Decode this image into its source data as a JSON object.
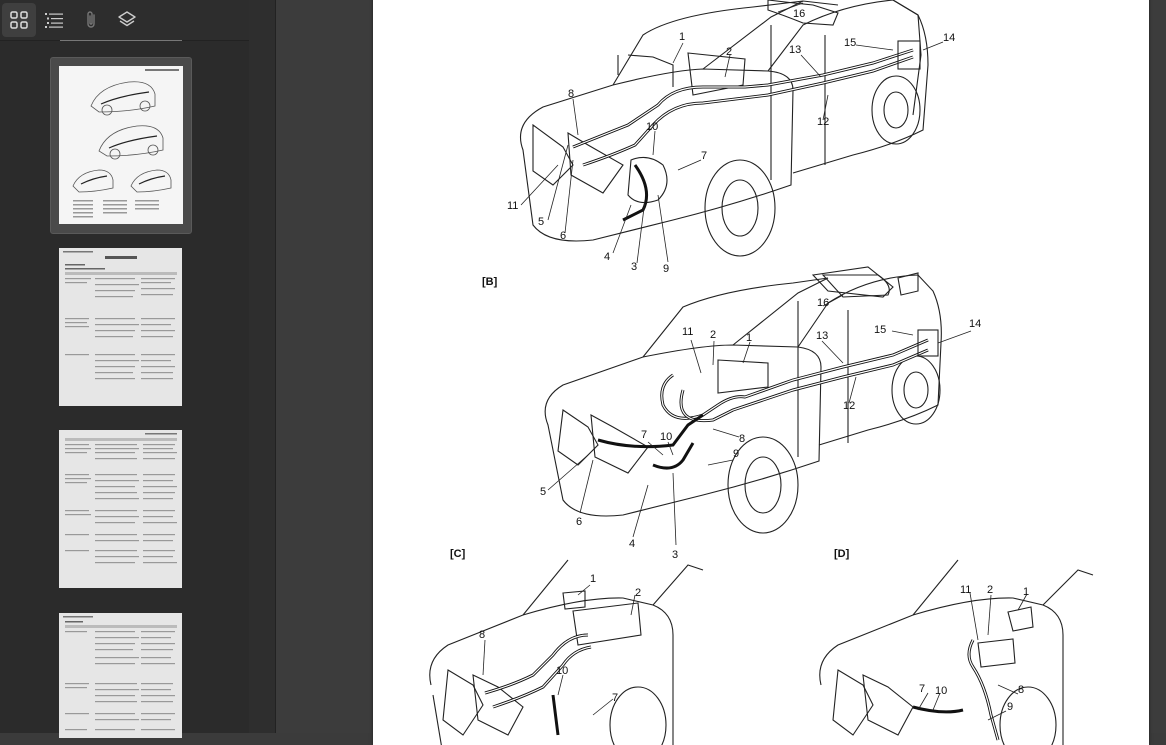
{
  "sidebar": {
    "toolbar": {
      "thumbnails": "thumbnails-icon",
      "outline": "outline-icon",
      "attachments": "attachment-icon",
      "layers": "layers-icon"
    },
    "thumbnails": [
      {
        "selected": true
      },
      {
        "selected": false
      },
      {
        "selected": false
      },
      {
        "selected": false
      }
    ]
  },
  "page": {
    "figure_labels": [
      "[B]",
      "[C]",
      "[D]"
    ],
    "figA": [
      "16",
      "1",
      "2",
      "13",
      "15",
      "14",
      "8",
      "10",
      "12",
      "7",
      "11",
      "5",
      "6",
      "4",
      "3",
      "9"
    ],
    "figB": [
      "16",
      "15",
      "14",
      "11",
      "2",
      "1",
      "13",
      "12",
      "7",
      "10",
      "8",
      "9",
      "5",
      "6",
      "4",
      "3"
    ],
    "figC": [
      "1",
      "2",
      "8",
      "10",
      "7"
    ],
    "figD": [
      "11",
      "2",
      "1",
      "7",
      "10",
      "8",
      "9"
    ]
  }
}
